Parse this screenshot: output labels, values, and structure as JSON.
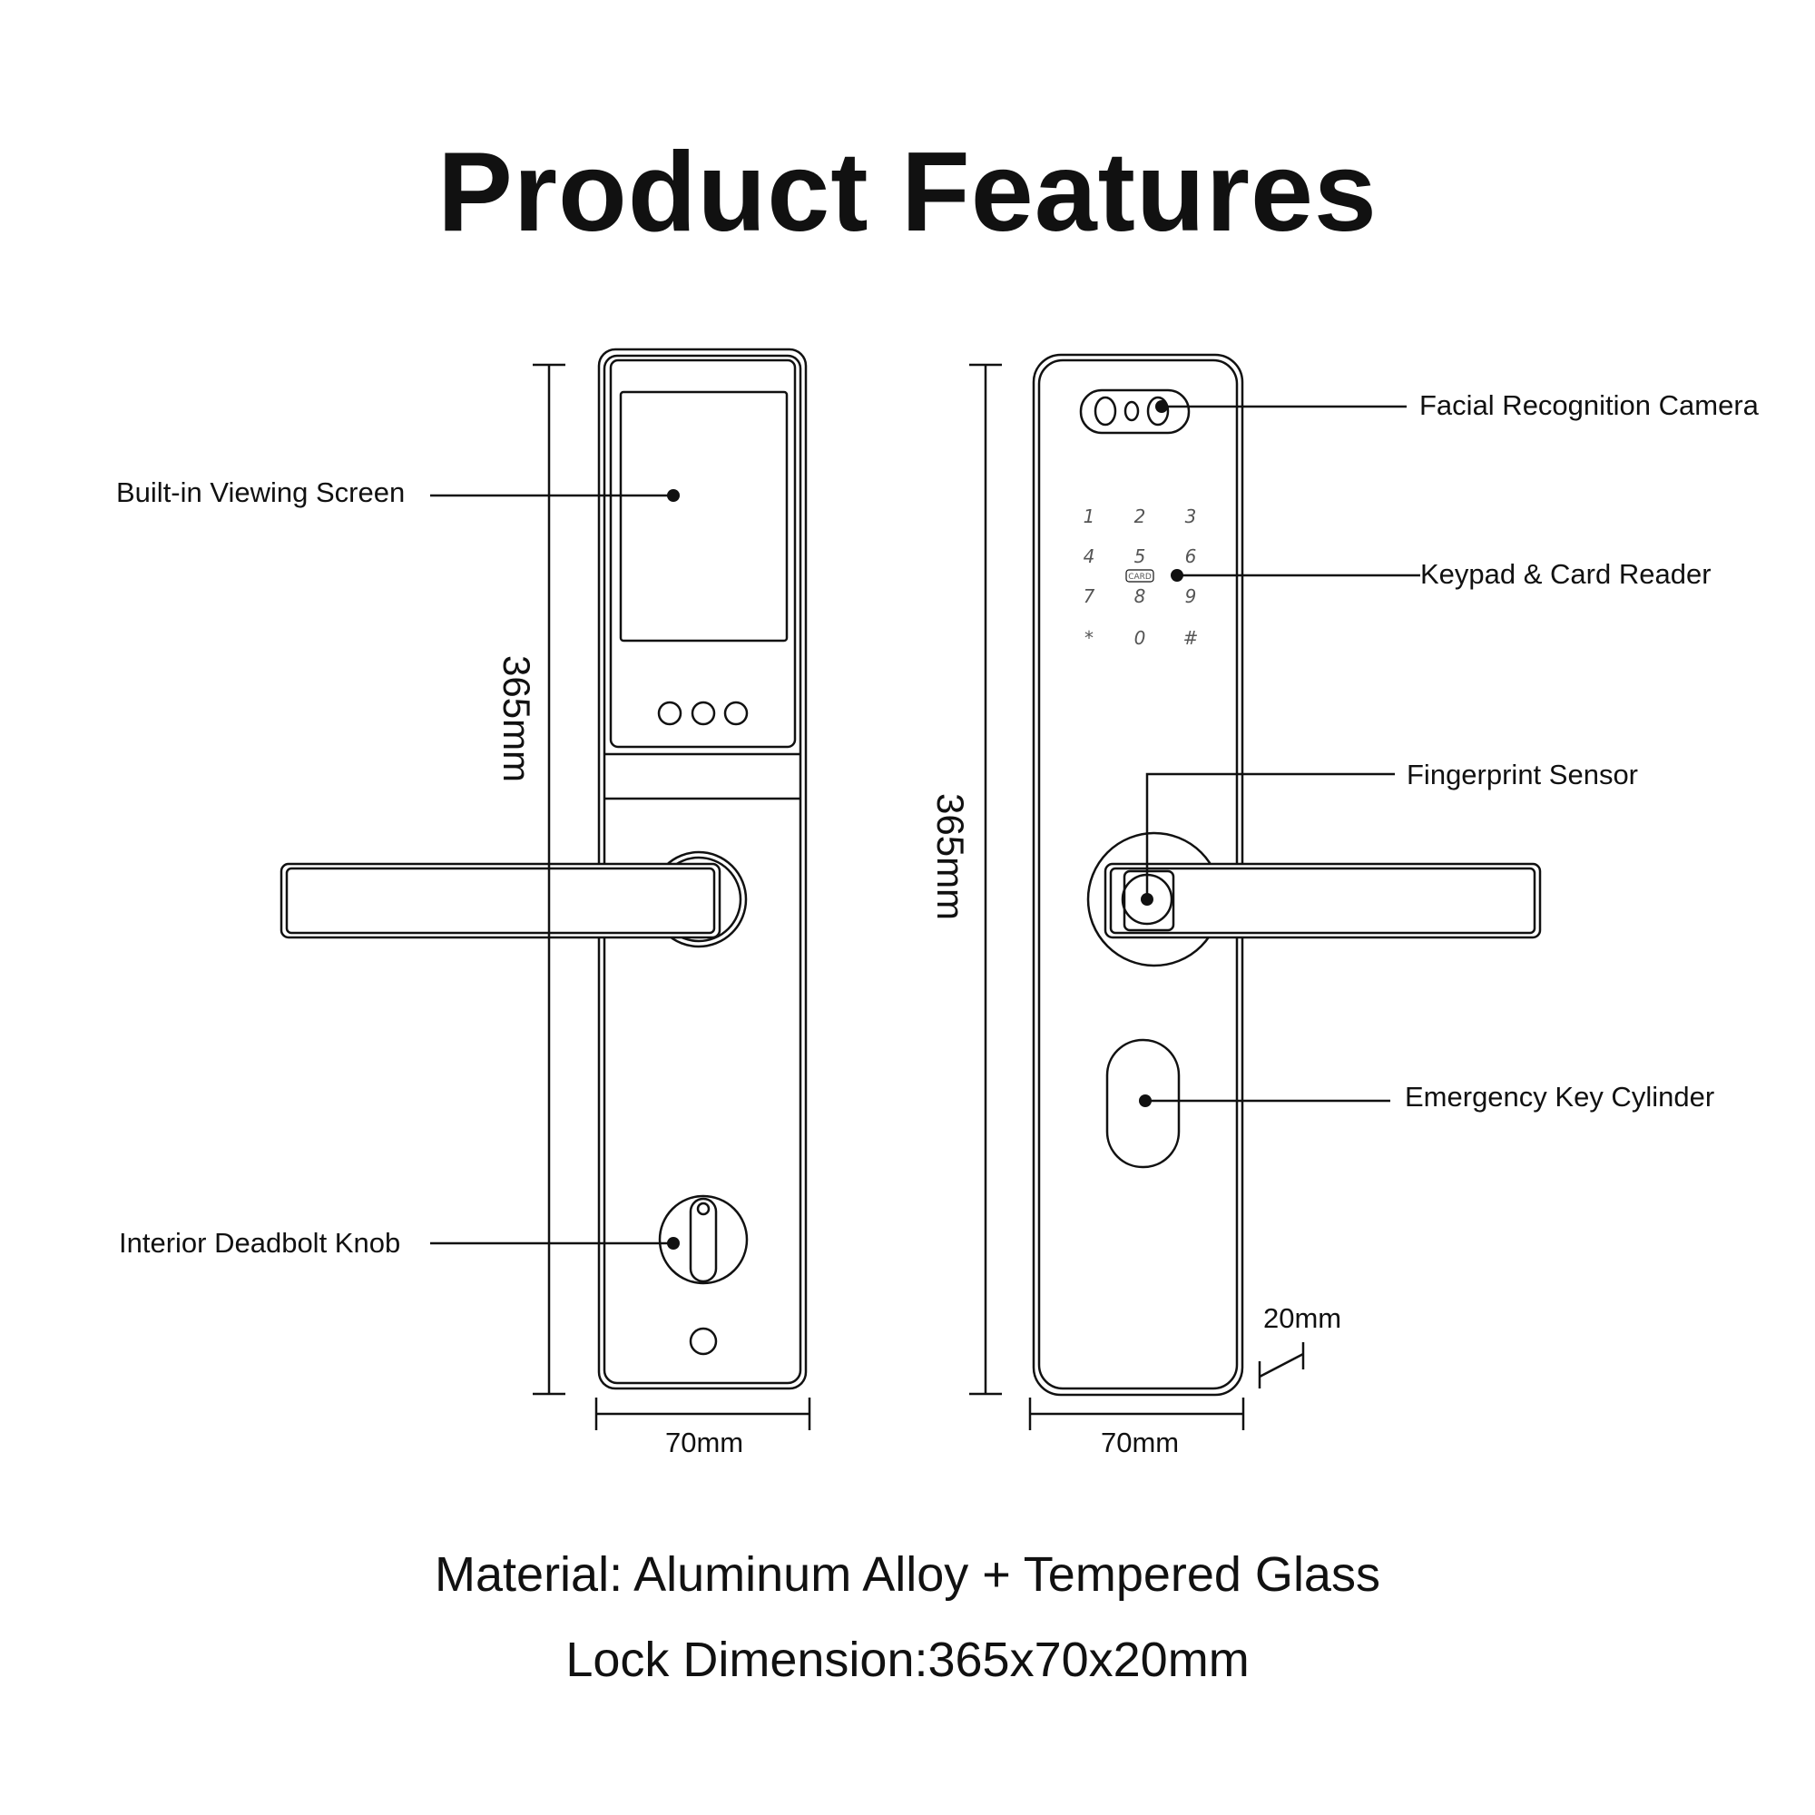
{
  "title": "Product Features",
  "callouts": {
    "built_in_viewing_screen": "Built-in Viewing Screen",
    "interior_deadbolt_knob": "Interior Deadbolt Knob",
    "facial_recognition_camera": "Facial Recognition Camera",
    "keypad_card_reader": "Keypad & Card Reader",
    "fingerprint_sensor": "Fingerprint Sensor",
    "emergency_key_cylinder": "Emergency Key Cylinder"
  },
  "keypad": {
    "keys": [
      "1",
      "2",
      "3",
      "4",
      "5",
      "6",
      "7",
      "8",
      "9",
      "*",
      "0",
      "#"
    ],
    "card_label": "CARD"
  },
  "dimensions": {
    "left_height": "365mm",
    "left_width": "70mm",
    "right_height": "365mm",
    "right_width": "70mm",
    "depth": "20mm"
  },
  "footer": {
    "material": "Material: Aluminum Alloy + Tempered Glass",
    "lock_dimension": "Lock Dimension:365x70x20mm"
  }
}
